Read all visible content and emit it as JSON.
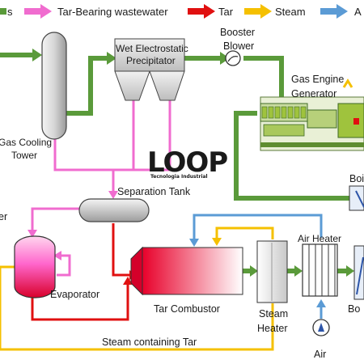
{
  "legend": {
    "items": [
      {
        "label": "s",
        "color": "#5a9a3a"
      },
      {
        "label": "Tar-Bearing wastewater",
        "color": "#f06ccf"
      },
      {
        "label": "Tar",
        "color": "#e01010"
      },
      {
        "label": "Steam",
        "color": "#f5c000"
      },
      {
        "label": "A",
        "color": "#5b9bd5"
      }
    ]
  },
  "labels": {
    "wet_esp_line1": "Wet Electrostatic",
    "wet_esp_line2": "Precipitator",
    "booster_line1": "Booster",
    "booster_line2": "Blower",
    "gas_engine_line1": "Gas Engine",
    "gas_engine_line2": "Generator",
    "cooling_line1": "Gas Cooling",
    "cooling_line2": "Tower",
    "boiler_top": "Boi",
    "separation_tank": "Separation Tank",
    "left_partial": "er",
    "air_heater": "Air Heater",
    "evaporator": "Evaporator",
    "tar_combustor": "Tar Combustor",
    "steam_heater_line1": "Steam",
    "steam_heater_line2": "Heater",
    "boiler_bottom": "Bo",
    "steam_tar": "Steam containing Tar",
    "air": "Air"
  },
  "logo": {
    "text": "LOOP",
    "subtitle": "Tecnologia Industrial"
  }
}
